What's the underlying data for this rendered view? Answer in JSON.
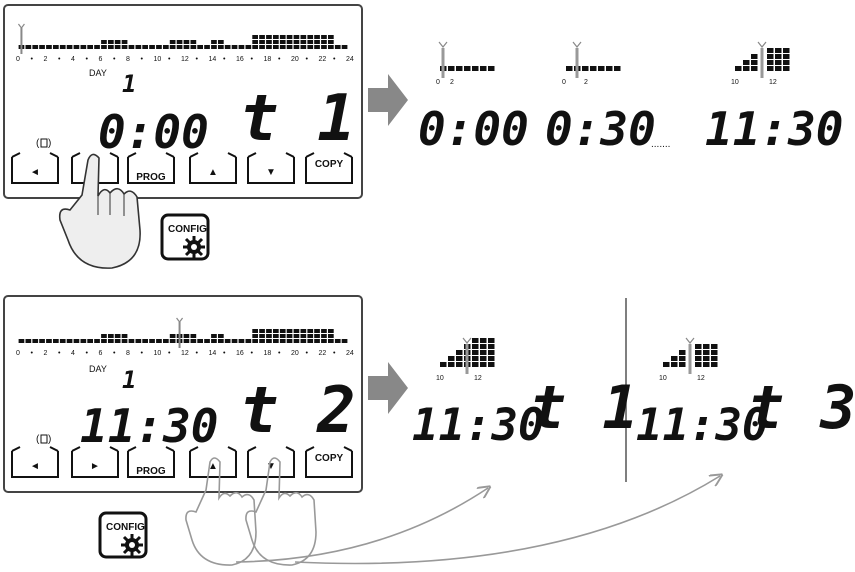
{
  "axis_ticks": [
    "0",
    "2",
    "4",
    "6",
    "8",
    "10",
    "12",
    "14",
    "16",
    "18",
    "20",
    "22",
    "24"
  ],
  "top_panel": {
    "day_label": "DAY",
    "day_value": "1",
    "time": "0:00",
    "period": "t 1"
  },
  "bottom_panel": {
    "day_label": "DAY",
    "day_value": "1",
    "time": "11:30",
    "period": "t 2"
  },
  "buttons": {
    "left": "◄",
    "right": "►",
    "prog": "PROG",
    "up": "▲",
    "down": "▼",
    "copy": "COPY"
  },
  "config_badge": "CONFIG",
  "top_results": {
    "mini1_ticks": [
      "0",
      "2"
    ],
    "mini2_ticks": [
      "0",
      "2"
    ],
    "mini3_ticks": [
      "10",
      "12"
    ],
    "time1": "0:00",
    "time2": "0:30",
    "ellipsis": ".......",
    "time3": "11:30"
  },
  "bottom_results": {
    "mini1_ticks": [
      "10",
      "12"
    ],
    "mini2_ticks": [
      "10",
      "12"
    ],
    "time1": "11:30",
    "period1": "t 1",
    "time2": "11:30",
    "period2": "t 3"
  }
}
